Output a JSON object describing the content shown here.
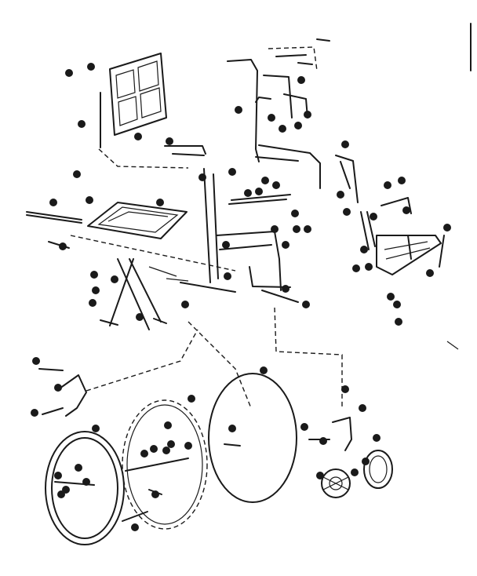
{
  "diagram": {
    "colors": {
      "ink": "#1a1a1a",
      "paper": "#ffffff"
    },
    "callouts": [
      {
        "id": "c1"
      },
      {
        "id": "c2"
      },
      {
        "id": "c3"
      },
      {
        "id": "c4"
      },
      {
        "id": "c5"
      },
      {
        "id": "c6"
      },
      {
        "id": "c7"
      },
      {
        "id": "c8"
      },
      {
        "id": "c9"
      },
      {
        "id": "c10"
      },
      {
        "id": "c11"
      },
      {
        "id": "c12"
      },
      {
        "id": "c13"
      },
      {
        "id": "c14"
      },
      {
        "id": "c15"
      },
      {
        "id": "c16"
      },
      {
        "id": "c17"
      },
      {
        "id": "c18"
      },
      {
        "id": "c19"
      },
      {
        "id": "c20"
      },
      {
        "id": "c21"
      },
      {
        "id": "c22"
      },
      {
        "id": "c23"
      },
      {
        "id": "c24"
      },
      {
        "id": "c25"
      },
      {
        "id": "c26"
      },
      {
        "id": "c27"
      },
      {
        "id": "c28"
      },
      {
        "id": "c29"
      },
      {
        "id": "c30"
      },
      {
        "id": "c31"
      },
      {
        "id": "c32"
      },
      {
        "id": "c33"
      },
      {
        "id": "c34"
      },
      {
        "id": "c35"
      },
      {
        "id": "c36"
      },
      {
        "id": "c37"
      },
      {
        "id": "c38"
      },
      {
        "id": "c39"
      },
      {
        "id": "c40"
      },
      {
        "id": "c41"
      },
      {
        "id": "c42"
      },
      {
        "id": "c43"
      },
      {
        "id": "c44"
      },
      {
        "id": "c45"
      },
      {
        "id": "c46"
      },
      {
        "id": "c47"
      },
      {
        "id": "c48"
      },
      {
        "id": "c49"
      },
      {
        "id": "c50"
      },
      {
        "id": "c51"
      },
      {
        "id": "c52"
      },
      {
        "id": "c53"
      },
      {
        "id": "c54"
      },
      {
        "id": "c55"
      },
      {
        "id": "c56"
      },
      {
        "id": "c57"
      },
      {
        "id": "c58"
      },
      {
        "id": "c59"
      },
      {
        "id": "c60"
      },
      {
        "id": "c61"
      },
      {
        "id": "c62"
      },
      {
        "id": "c63"
      },
      {
        "id": "c64"
      },
      {
        "id": "c65"
      },
      {
        "id": "c66"
      },
      {
        "id": "c67"
      },
      {
        "id": "c68"
      },
      {
        "id": "c69"
      },
      {
        "id": "c70"
      },
      {
        "id": "c71"
      },
      {
        "id": "c72"
      },
      {
        "id": "c73"
      },
      {
        "id": "c74"
      },
      {
        "id": "c75"
      },
      {
        "id": "c76"
      },
      {
        "id": "c77"
      },
      {
        "id": "c78"
      },
      {
        "id": "c79"
      },
      {
        "id": "c80"
      }
    ]
  }
}
